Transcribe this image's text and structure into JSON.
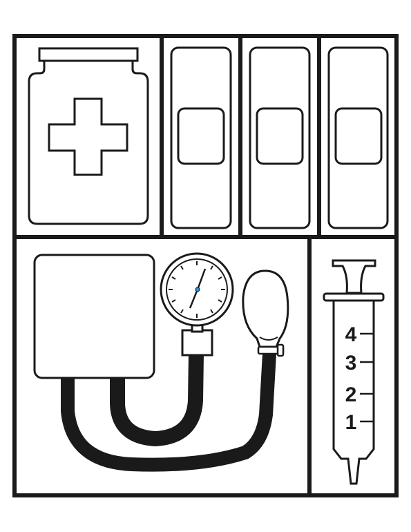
{
  "colors": {
    "ink": "#1a1a1a",
    "paper": "#ffffff",
    "gauge_needle_accent": "#3a86c8"
  },
  "illustration": {
    "panels": [
      {
        "icon": "first-aid-jar-icon"
      },
      {
        "icon": "bandage-icon"
      },
      {
        "icon": "bandage-icon"
      },
      {
        "icon": "bandage-icon"
      },
      {
        "icon": "blood-pressure-monitor-icon"
      },
      {
        "icon": "syringe-icon"
      }
    ]
  },
  "syringe": {
    "labels": [
      "4",
      "3",
      "2",
      "1"
    ]
  }
}
